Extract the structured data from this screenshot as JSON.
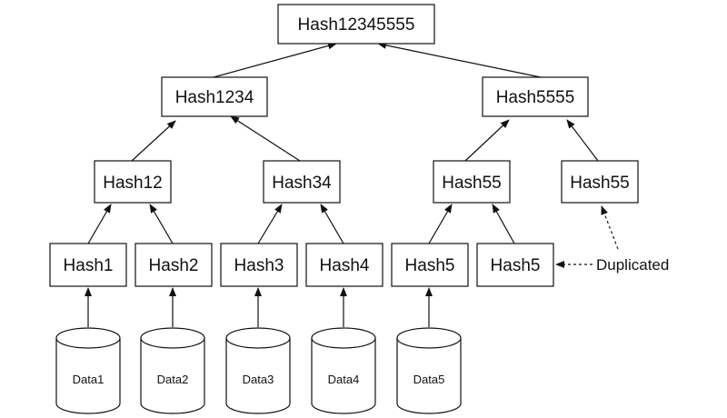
{
  "nodes": {
    "root": "Hash12345555",
    "h1234": "Hash1234",
    "h5555": "Hash5555",
    "h12": "Hash12",
    "h34": "Hash34",
    "h55a": "Hash55",
    "h55b": "Hash55",
    "h1": "Hash1",
    "h2": "Hash2",
    "h3": "Hash3",
    "h4": "Hash4",
    "h5a": "Hash5",
    "h5b": "Hash5"
  },
  "data_blocks": {
    "d1": "Data1",
    "d2": "Data2",
    "d3": "Data3",
    "d4": "Data4",
    "d5": "Data5"
  },
  "annotation": {
    "label": "Duplicated"
  },
  "colors": {
    "stroke": "#111111",
    "background": "#ffffff"
  }
}
